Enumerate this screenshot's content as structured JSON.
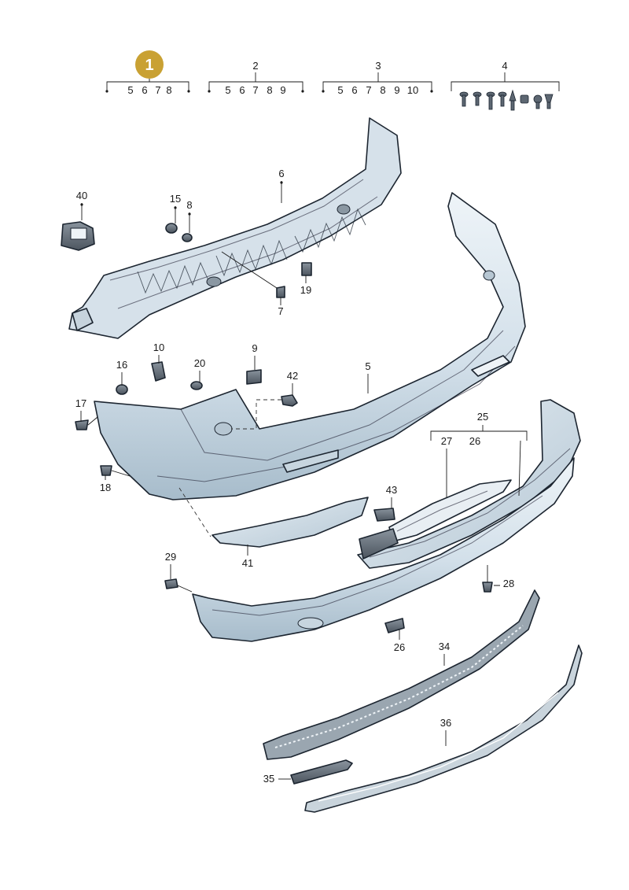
{
  "badge": {
    "text": "1",
    "color": "#c9a133"
  },
  "colors": {
    "part_fill": "#dbe6ee",
    "part_shade": "#a9bccb",
    "outline": "#1c2530",
    "dark_part": "#5a6470"
  },
  "groups": [
    {
      "id": "1",
      "items": [
        "5",
        "6",
        "7",
        "8"
      ]
    },
    {
      "id": "2",
      "items": [
        "5",
        "6",
        "7",
        "8",
        "9"
      ]
    },
    {
      "id": "3",
      "items": [
        "5",
        "6",
        "7",
        "8",
        "9",
        "10"
      ]
    },
    {
      "id": "4",
      "items": []
    }
  ],
  "group25": {
    "id": "25",
    "items": [
      "27",
      "26"
    ]
  },
  "callouts": {
    "c40": "40",
    "c15": "15",
    "c8": "8",
    "c6": "6",
    "c19": "19",
    "c7": "7",
    "c10": "10",
    "c20": "20",
    "c9": "9",
    "c16": "16",
    "c42": "42",
    "c5": "5",
    "c17": "17",
    "c18": "18",
    "c43": "43",
    "c41": "41",
    "c29": "29",
    "c28": "28",
    "c26b": "26",
    "c34": "34",
    "c36": "36",
    "c35": "35"
  }
}
